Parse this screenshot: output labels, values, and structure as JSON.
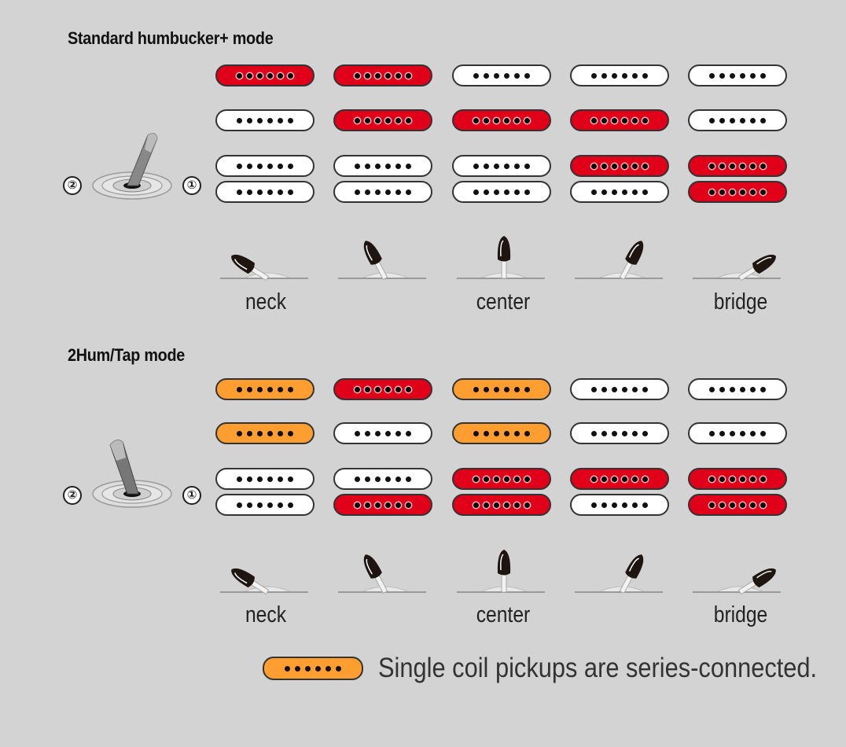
{
  "legend": {
    "state": "orange",
    "text": "Single coil pickups are series-connected."
  },
  "modes": [
    {
      "title": "Standard humbucker+ mode",
      "positions": [
        "neck",
        "",
        "center",
        "",
        "bridge"
      ],
      "switch_numbers": [
        "②",
        "①"
      ],
      "columns": [
        [
          "red",
          "white",
          "white",
          "white"
        ],
        [
          "red",
          "red",
          "white",
          "white"
        ],
        [
          "white",
          "red",
          "white",
          "white"
        ],
        [
          "white",
          "red",
          "red",
          "white"
        ],
        [
          "white",
          "white",
          "red",
          "red"
        ]
      ]
    },
    {
      "title": "2Hum/Tap mode",
      "positions": [
        "neck",
        "",
        "center",
        "",
        "bridge"
      ],
      "switch_numbers": [
        "②",
        "①"
      ],
      "columns": [
        [
          "orange",
          "orange",
          "white",
          "white"
        ],
        [
          "red",
          "white",
          "white",
          "red"
        ],
        [
          "orange",
          "orange",
          "red",
          "red"
        ],
        [
          "white",
          "white",
          "red",
          "white"
        ],
        [
          "white",
          "white",
          "red",
          "red"
        ]
      ]
    }
  ]
}
